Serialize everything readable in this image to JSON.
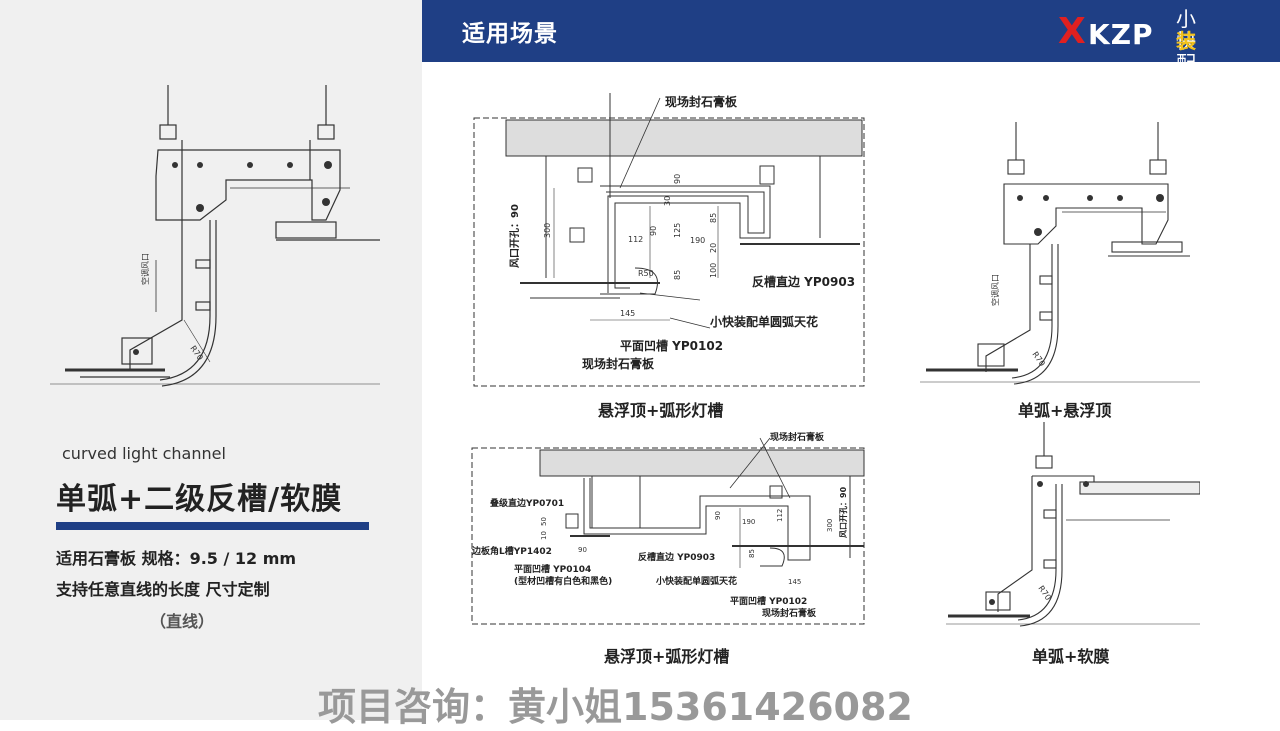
{
  "header": {
    "title": "适用场景"
  },
  "logo": {
    "mark_x": "X",
    "mark_rest": "KZP",
    "cn_line1": "小快",
    "cn_line2_a": "装",
    "cn_line2_b": "配",
    "accent_red": "#e02020",
    "accent_yellow": "#f3c21b"
  },
  "left": {
    "en_subtitle": "curved light channel",
    "title": "单弧+二级反槽/软膜",
    "spec_line1": "适用石膏板 规格：9.5 / 12 mm",
    "spec_line2": "支持任意直线的长度 尺寸定制",
    "spec_line3": "（直线）",
    "drawing_label_tuyere": "空调风口",
    "drawing_label_radius": "R70"
  },
  "drawing1": {
    "caption": "悬浮顶+弧形灯槽",
    "label_top": "现场封石膏板",
    "label_reverse": "反槽直边 YP0903",
    "label_arc": "小快装配单圆弧天花",
    "label_flat": "平面凹槽 YP0102",
    "label_bottom": "现场封石膏板",
    "label_vent": "风口开孔：90",
    "dims": [
      "300",
      "112",
      "90",
      "125",
      "190",
      "85",
      "100",
      "85",
      "145",
      "30",
      "90",
      "20",
      "R50"
    ]
  },
  "drawing2": {
    "caption": "悬浮顶+弧形灯槽",
    "label_top": "现场封石膏板",
    "label_stack": "叠级直边YP0701",
    "label_edge": "边板角L槽YP1402",
    "label_flat": "平面凹槽 YP0104",
    "label_flat_note": "(型材凹槽有白色和黑色)",
    "label_reverse": "反槽直边 YP0903",
    "label_arc": "小快装配单圆弧天花",
    "label_flat2": "平面凹槽 YP0102",
    "label_bottom": "现场封石膏板",
    "label_vent": "风口开孔：90",
    "dims": [
      "10",
      "50",
      "90",
      "85",
      "145",
      "300",
      "112",
      "190",
      "90"
    ]
  },
  "drawing3": {
    "caption": "单弧+悬浮顶",
    "label_tuyere": "空调风口",
    "label_radius": "R70"
  },
  "drawing4": {
    "caption": "单弧+软膜",
    "label_radius": "R70"
  },
  "footer": {
    "contact": "项目咨询：黄小姐15361426082"
  }
}
